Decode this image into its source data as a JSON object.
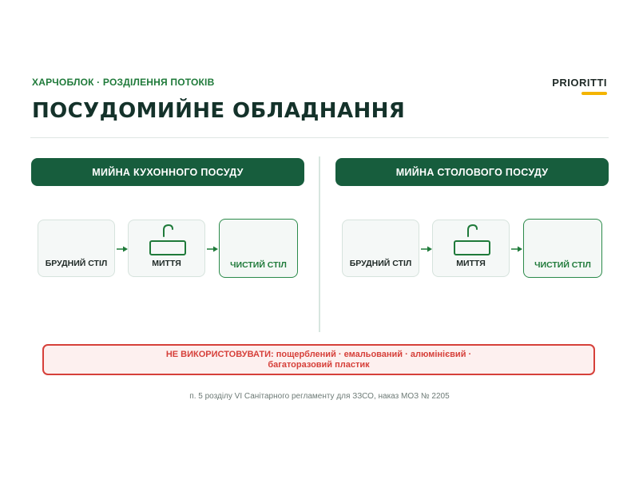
{
  "header": {
    "eyebrow": "ХАРЧОБЛОК · РОЗДІЛЕННЯ ПОТОКІВ",
    "brand": "PRIORITTI",
    "title": "ПОСУДОМИЙНЕ ОБЛАДНАННЯ"
  },
  "panels": [
    {
      "title": "МИЙНА КУХОННОГО ПОСУДУ",
      "steps": [
        "БРУДНИЙ СТІЛ",
        "МИТТЯ",
        "ЧИСТИЙ СТІЛ"
      ]
    },
    {
      "title": "МИЙНА СТОЛОВОГО ПОСУДУ",
      "steps": [
        "БРУДНИЙ СТІЛ",
        "МИТТЯ",
        "ЧИСТИЙ СТІЛ"
      ]
    }
  ],
  "warning": {
    "line1": "НЕ ВИКОРИСТОВУВАТИ: пощерблений · емальований · алюмінієвий ·",
    "line2": "багаторазовий пластик"
  },
  "footnote": "п. 5 розділу VI Санітарного регламенту для ЗЗСО, наказ МОЗ № 2205",
  "colors": {
    "primary_green": "#175d3d",
    "accent_green": "#2b8a4a",
    "brand_accent": "#f4b400",
    "warning_red": "#d6403a"
  },
  "icons": [
    "sink-icon",
    "arrow-right-icon"
  ]
}
